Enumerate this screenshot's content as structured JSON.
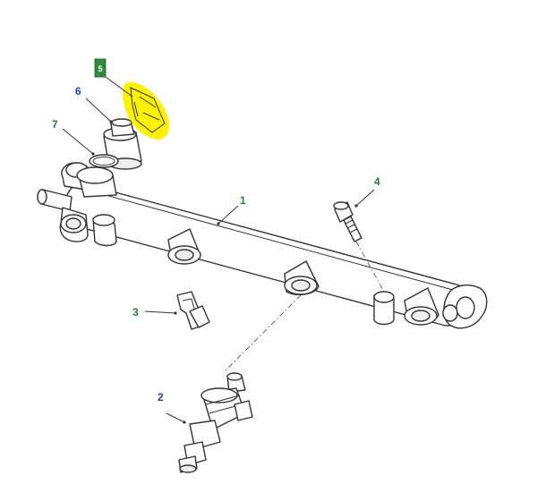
{
  "colors": {
    "callout_green": "#2e7d32",
    "callout_blue": "#2b3ea8",
    "highlight_yellow": "#fff200",
    "badge_green": "#2e8b3c"
  },
  "callouts": [
    {
      "id": "1",
      "label": "1",
      "color": "green"
    },
    {
      "id": "2",
      "label": "2",
      "color": "blue"
    },
    {
      "id": "3",
      "label": "3",
      "color": "green"
    },
    {
      "id": "4",
      "label": "4",
      "color": "green"
    },
    {
      "id": "6",
      "label": "6",
      "color": "blue"
    },
    {
      "id": "7",
      "label": "7",
      "color": "green"
    }
  ],
  "badge": {
    "label": "5",
    "icon": "highlighted-part-marker-icon"
  }
}
